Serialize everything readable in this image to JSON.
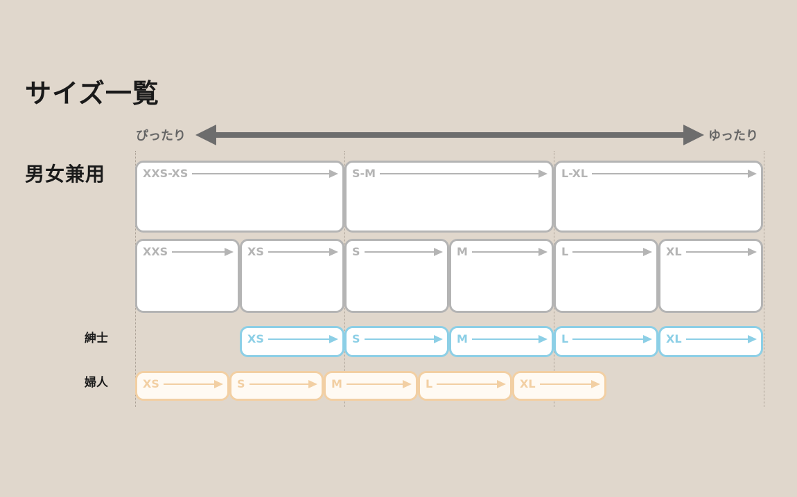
{
  "title": "サイズ一覧",
  "scale": {
    "tight_label": "ぴったり",
    "loose_label": "ゆったり"
  },
  "rows": {
    "unisex_label": "男女兼用",
    "men_label": "紳士",
    "women_label": "婦人"
  },
  "unisex_wide": [
    "XXS-XS",
    "S-M",
    "L-XL"
  ],
  "unisex_single": [
    "XXS",
    "XS",
    "S",
    "M",
    "L",
    "XL"
  ],
  "men_sizes": [
    "XS",
    "S",
    "M",
    "L",
    "XL"
  ],
  "women_sizes": [
    "XS",
    "S",
    "M",
    "L",
    "XL"
  ],
  "colors": {
    "unisex": "#b4b4b4",
    "men": "#8ccfe6",
    "women": "#f2cfa3",
    "scale_arrow": "#6d6d6d",
    "background": "#e0d7cc"
  }
}
